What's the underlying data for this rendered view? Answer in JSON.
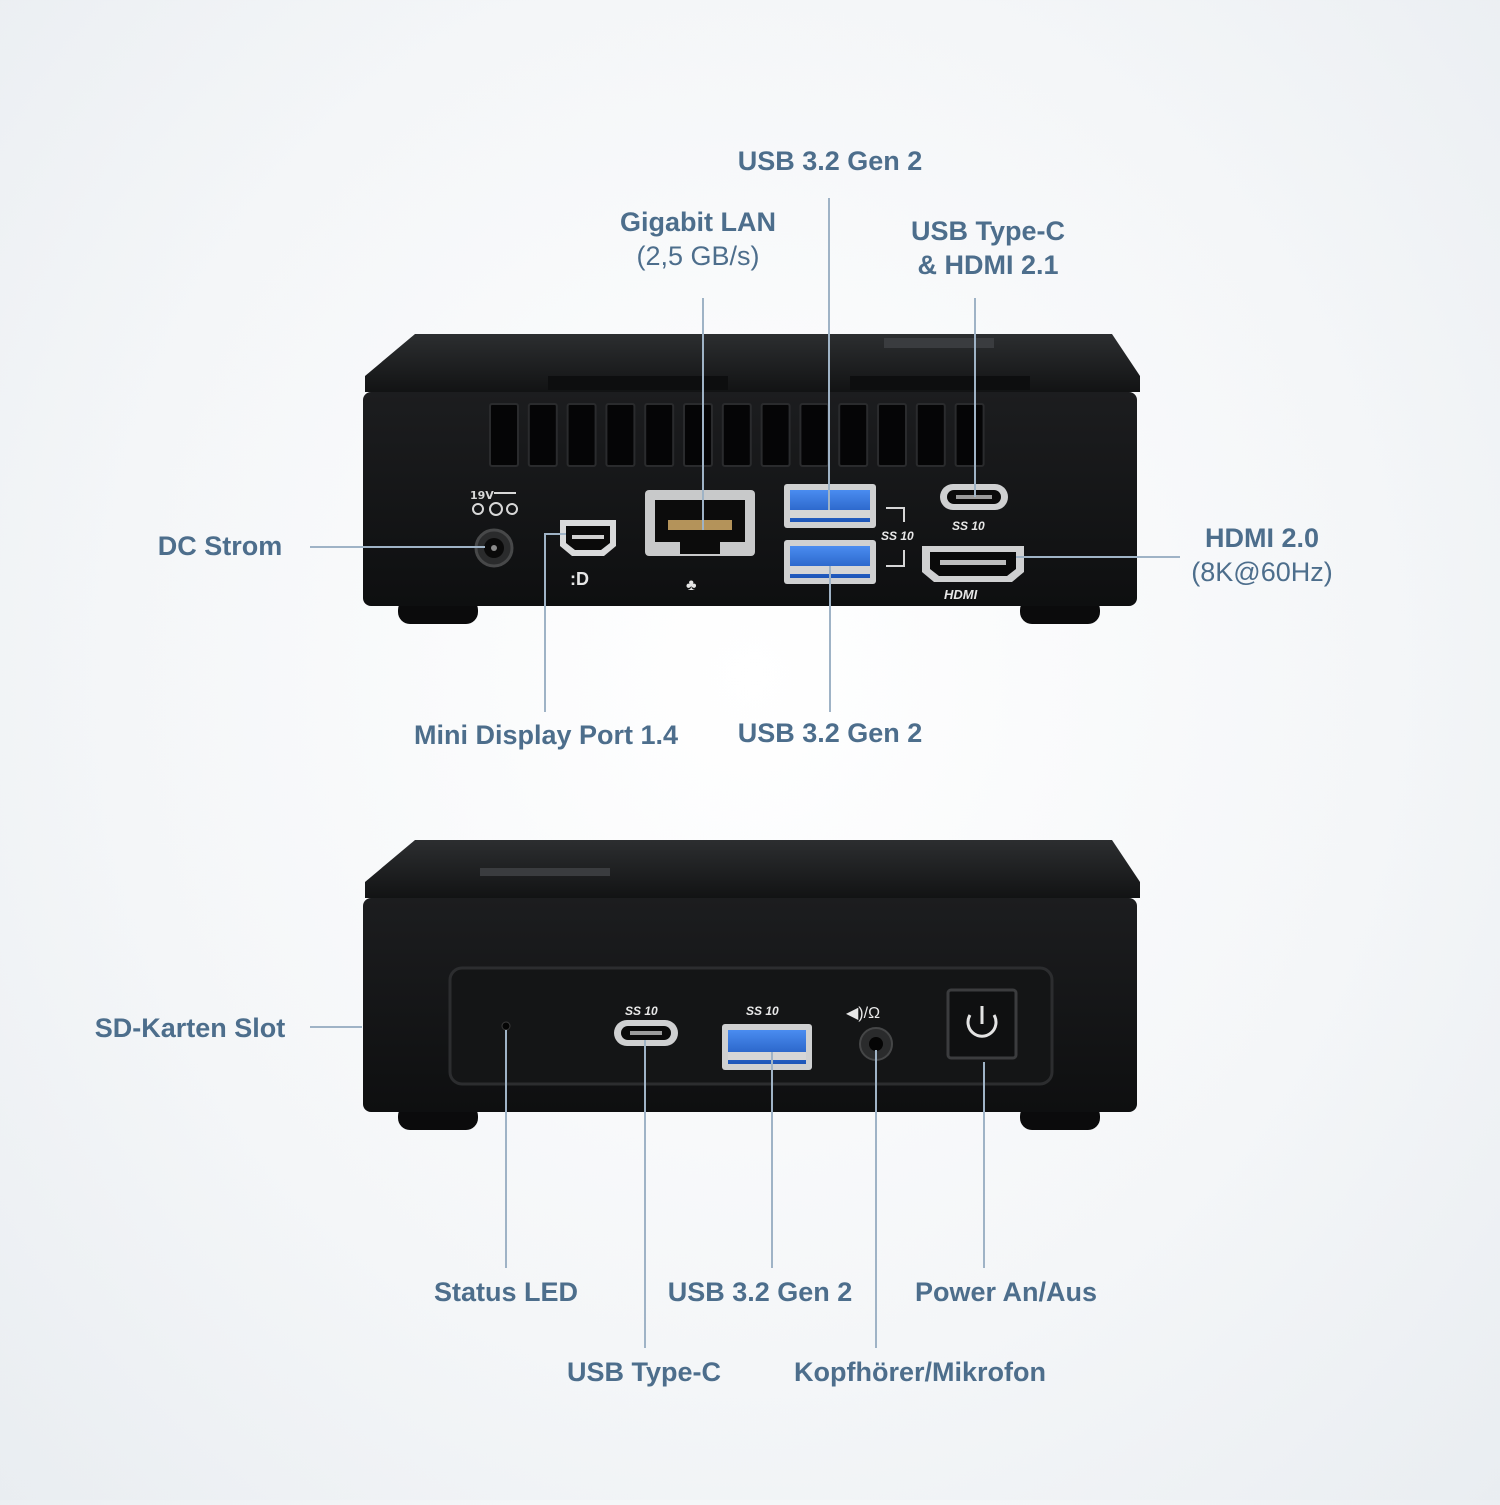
{
  "back_panel": {
    "labels": {
      "usb_gen2_top": "USB 3.2 Gen 2",
      "gigabit_lan": "Gigabit LAN",
      "gigabit_lan_speed": "(2,5 GB/s)",
      "usb_typec_hdmi_line1": "USB Type-C",
      "usb_typec_hdmi_line2": "& HDMI 2.1",
      "dc_strom": "DC Strom",
      "hdmi20": "HDMI 2.0",
      "hdmi20_res": "(8K@60Hz)",
      "mini_dp": "Mini Display Port 1.4",
      "usb_gen2_bottom": "USB 3.2 Gen 2"
    },
    "port_marks": {
      "dc_rating": "19V",
      "ss10": "SS 10",
      "hdmi_logo": "HDMI"
    }
  },
  "front_panel": {
    "labels": {
      "sd_slot": "SD-Karten Slot",
      "status_led": "Status LED",
      "usb_gen2": "USB 3.2 Gen 2",
      "power": "Power An/Aus",
      "usb_typec": "USB Type-C",
      "headphone": "Kopfhörer/Mikrofon"
    },
    "port_marks": {
      "ss10": "SS 10"
    }
  },
  "colors": {
    "label_text": "#4d6e8c",
    "leader_line": "#9fb3c6",
    "device_body": "#161718",
    "usb_blue": "#2f6fd3"
  }
}
